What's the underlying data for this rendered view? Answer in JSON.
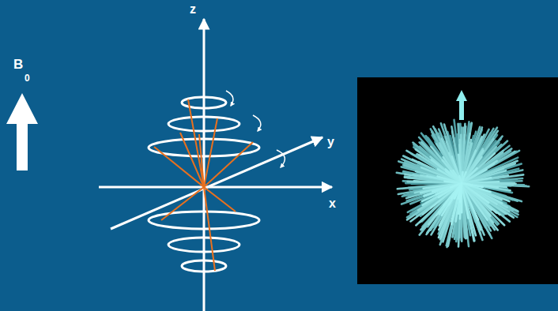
{
  "diagram": {
    "labels": [
      "B",
      "0",
      "z",
      "y",
      "x"
    ]
  }
}
